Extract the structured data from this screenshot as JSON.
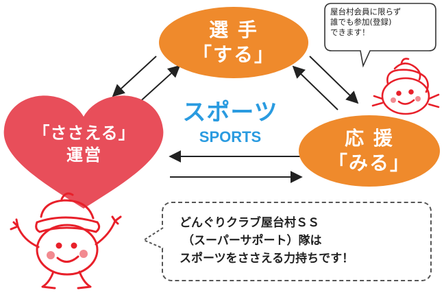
{
  "nodes": {
    "player": {
      "line1": "選 手",
      "line2": "「する」"
    },
    "support_audience": {
      "line1": "応 援",
      "line2": "「みる」"
    },
    "management": {
      "line1": "「ささえる」",
      "line2": "運営"
    }
  },
  "center": {
    "title_jp": "スポーツ",
    "title_en": "SPORTS"
  },
  "top_bubble": {
    "lines": [
      "屋台村会員に限らず",
      "誰でも参加(登録)",
      "できます！"
    ]
  },
  "bottom_speech": {
    "lines": [
      "どんぐりクラブ屋台村ＳＳ",
      "（スーパーサポート）隊は",
      "スポーツをささえる力持ちです！"
    ]
  },
  "colors": {
    "orange": "#ef8a2c",
    "heart_red": "#e84e5a",
    "sports_blue": "#2a9be0",
    "mascot_red": "#e8202a"
  }
}
